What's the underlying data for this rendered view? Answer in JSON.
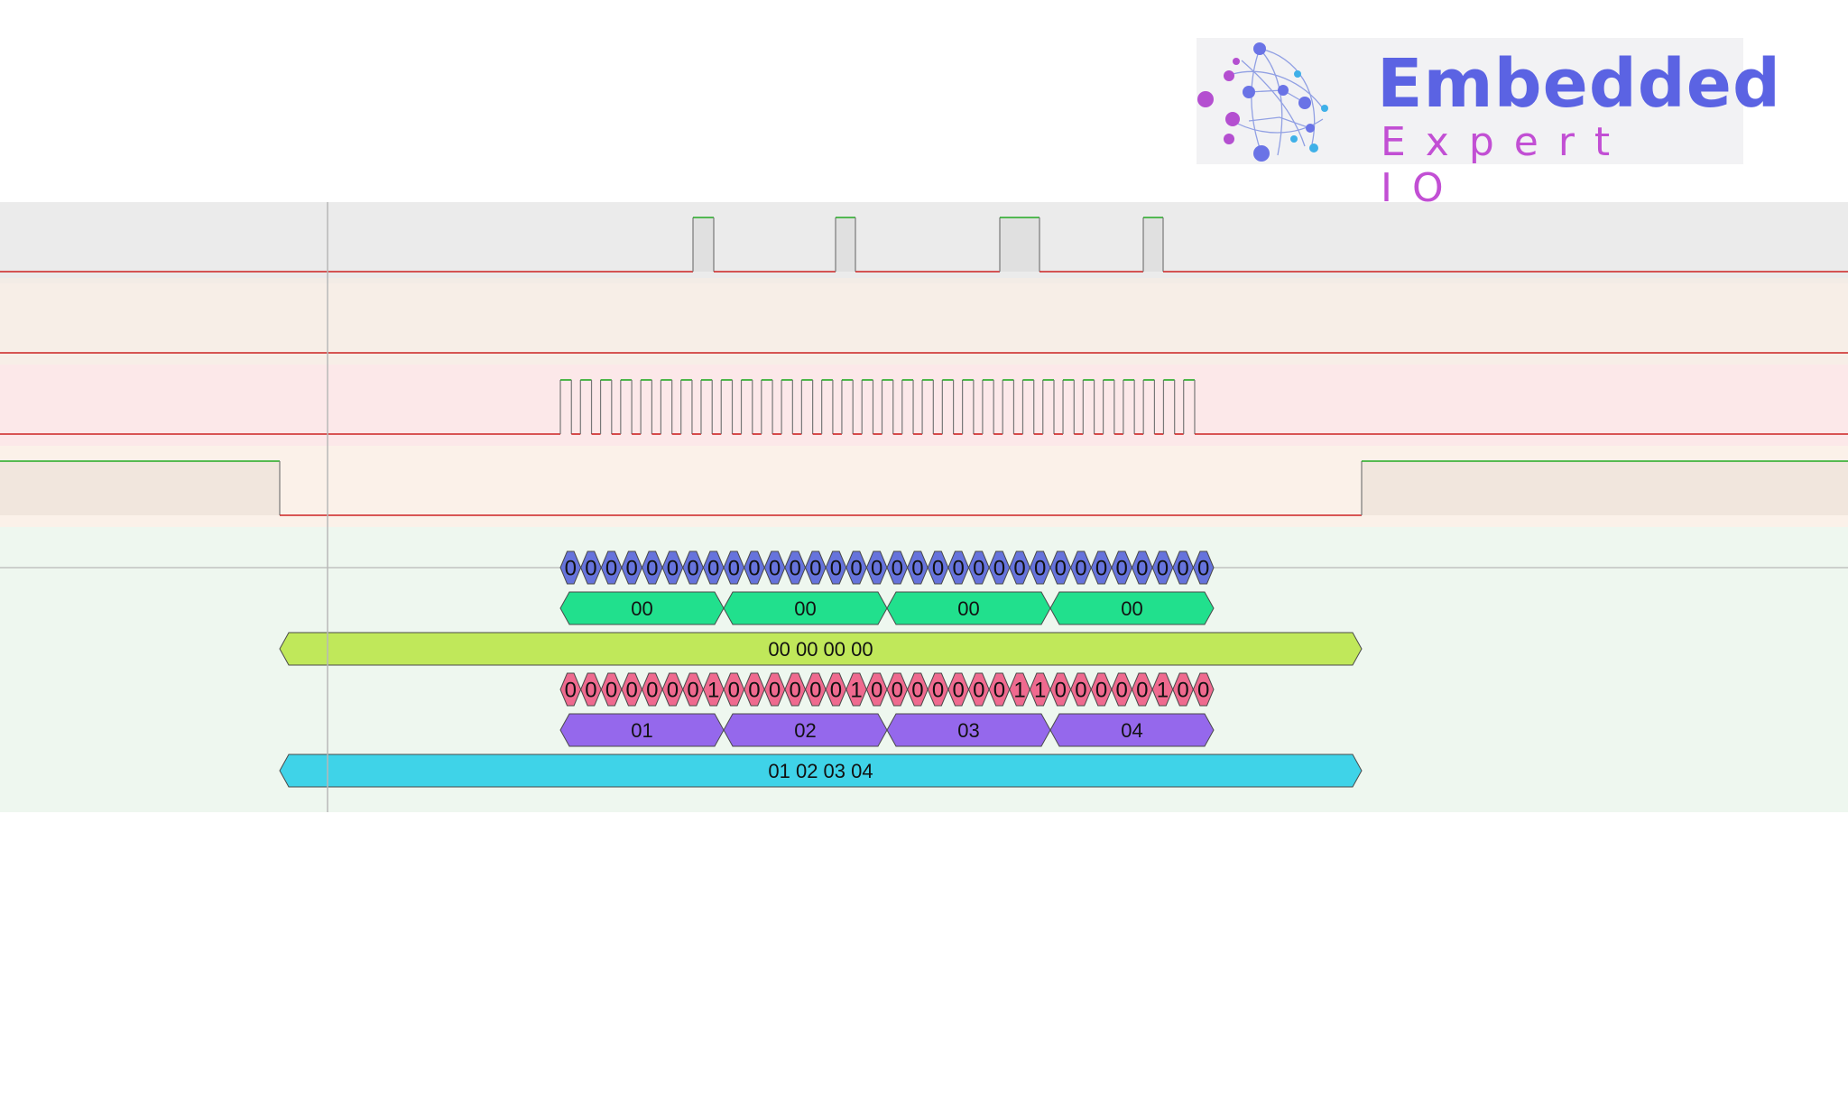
{
  "logo": {
    "title": "Embedded",
    "subtitle": "Expert IO",
    "title_color": "#5b63e3",
    "subtitle_color": "#c24fd4"
  },
  "lanes": [
    {
      "id": "lane-1",
      "background": "#ebebeb",
      "signal": "pulses",
      "pulses": 4
    },
    {
      "id": "lane-2",
      "background": "#f7eee7",
      "signal": "idle-low"
    },
    {
      "id": "lane-3",
      "background": "#fce8e9",
      "signal": "clock",
      "cycles": 32
    },
    {
      "id": "lane-4",
      "background": "#fbf1e9",
      "signal": "chip-select-active-low"
    },
    {
      "id": "decoder",
      "background": "#eef7ef"
    }
  ],
  "colors": {
    "low_line": "#cc2222",
    "high_line": "#22aa22",
    "cursor": "#b8b8b8"
  },
  "decoded": {
    "mosi_bits": [
      "0",
      "0",
      "0",
      "0",
      "0",
      "0",
      "0",
      "0",
      "0",
      "0",
      "0",
      "0",
      "0",
      "0",
      "0",
      "0",
      "0",
      "0",
      "0",
      "0",
      "0",
      "0",
      "0",
      "0",
      "0",
      "0",
      "0",
      "0",
      "0",
      "0",
      "0",
      "0"
    ],
    "mosi_bytes": [
      "00",
      "00",
      "00",
      "00"
    ],
    "mosi_transaction": "00 00 00 00",
    "miso_bits": [
      "0",
      "0",
      "0",
      "0",
      "0",
      "0",
      "0",
      "1",
      "0",
      "0",
      "0",
      "0",
      "0",
      "0",
      "1",
      "0",
      "0",
      "0",
      "0",
      "0",
      "0",
      "0",
      "1",
      "1",
      "0",
      "0",
      "0",
      "0",
      "0",
      "1",
      "0",
      "0"
    ],
    "miso_bytes": [
      "01",
      "02",
      "03",
      "04"
    ],
    "miso_transaction": "01 02 03 04",
    "mosi_bit_color": "#6673dc",
    "mosi_byte_color": "#21e08d",
    "mosi_transaction_color": "#c0e85a",
    "miso_bit_color": "#ef6a8f",
    "miso_byte_color": "#9568ec",
    "miso_transaction_color": "#3fd3e8"
  }
}
